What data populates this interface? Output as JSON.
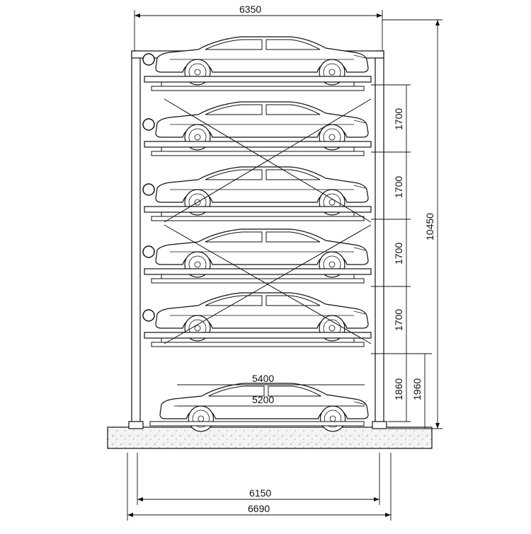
{
  "drawing": {
    "title": "",
    "levels": 6,
    "dimensions": {
      "top_width": "6350",
      "bottom_inner_width": "6150",
      "bottom_outer_width": "6690",
      "total_height": "10450",
      "level_spacing": [
        "1700",
        "1700",
        "1700",
        "1700"
      ],
      "ground_clearance": "1860",
      "ground_height": "1960",
      "car_length_upper": "5400",
      "car_length_lower": "5200"
    }
  },
  "colors": {
    "line": "#111111",
    "background": "#ffffff",
    "concrete": "#f2f2f2"
  }
}
